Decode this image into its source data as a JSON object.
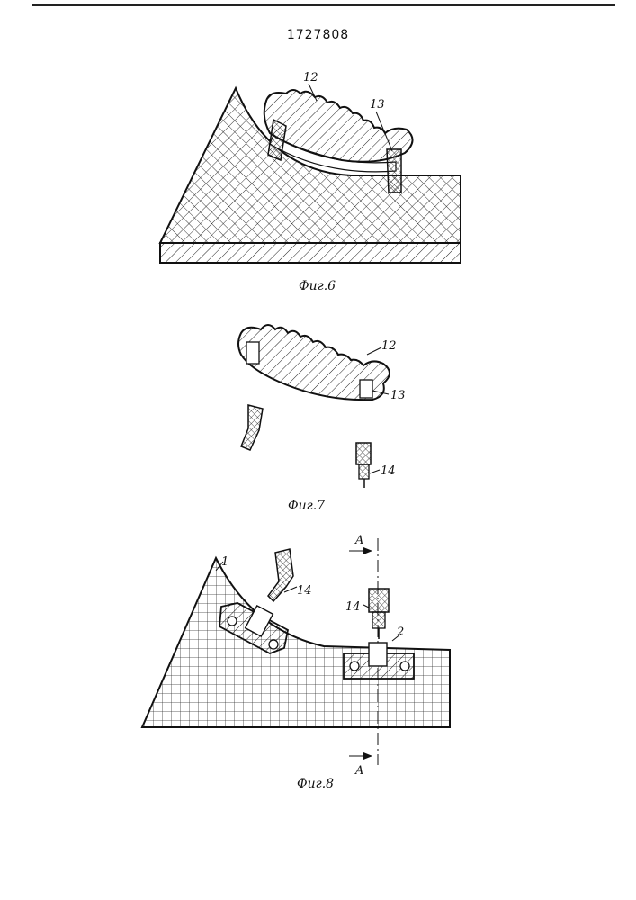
{
  "header": {
    "patent_number": "1727808"
  },
  "figures": [
    {
      "id": "fig6",
      "caption": "Фиг.6",
      "labels": [
        "12",
        "13"
      ]
    },
    {
      "id": "fig7",
      "caption": "Фиг.7",
      "labels": [
        "12",
        "13",
        "14"
      ]
    },
    {
      "id": "fig8",
      "caption": "Фиг.8",
      "labels": [
        "1",
        "14",
        "14",
        "2"
      ],
      "section_label_top": "A",
      "section_label_bottom": "A"
    }
  ]
}
